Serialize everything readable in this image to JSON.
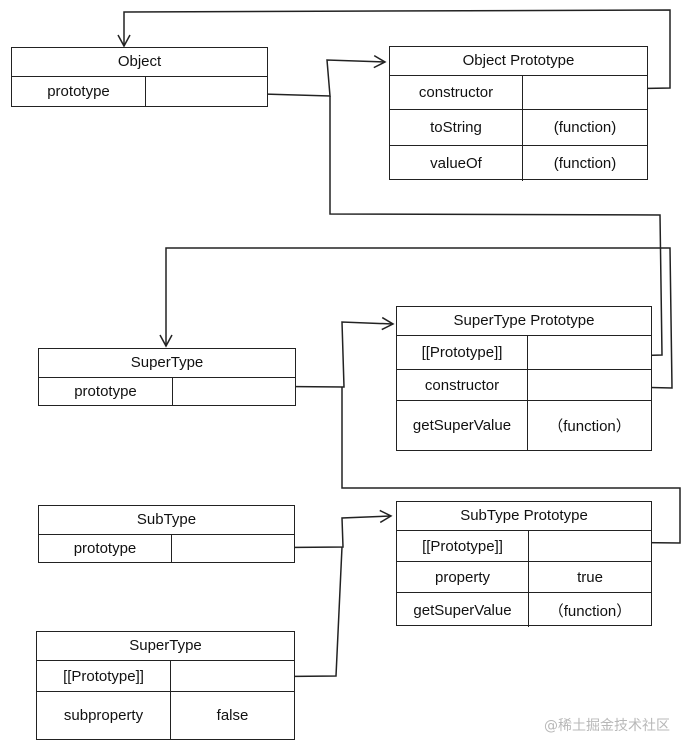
{
  "boxes": {
    "object": {
      "title": "Object",
      "rows": [
        {
          "key": "prototype",
          "value": ""
        }
      ]
    },
    "object_prototype": {
      "title": "Object Prototype",
      "rows": [
        {
          "key": "constructor",
          "value": ""
        },
        {
          "key": "toString",
          "value": "(function)"
        },
        {
          "key": "valueOf",
          "value": "(function)"
        }
      ]
    },
    "supertype": {
      "title": "SuperType",
      "rows": [
        {
          "key": "prototype",
          "value": ""
        }
      ]
    },
    "supertype_prototype": {
      "title": "SuperType Prototype",
      "rows": [
        {
          "key": "[[Prototype]]",
          "value": ""
        },
        {
          "key": "constructor",
          "value": ""
        },
        {
          "key": "getSuperValue",
          "value": "（function）"
        }
      ]
    },
    "subtype": {
      "title": "SubType",
      "rows": [
        {
          "key": "prototype",
          "value": ""
        }
      ]
    },
    "subtype_prototype": {
      "title": "SubType Prototype",
      "rows": [
        {
          "key": "[[Prototype]]",
          "value": ""
        },
        {
          "key": "property",
          "value": "true"
        },
        {
          "key": "getSuperValue",
          "value": "（function）"
        }
      ]
    },
    "instance": {
      "title": "SuperType",
      "rows": [
        {
          "key": "[[Prototype]]",
          "value": ""
        },
        {
          "key": "subproperty",
          "value": "false"
        }
      ]
    }
  },
  "watermark": "@稀土掘金技术社区",
  "colors": {
    "line": "#222222",
    "watermark": "#b8b8b8"
  }
}
